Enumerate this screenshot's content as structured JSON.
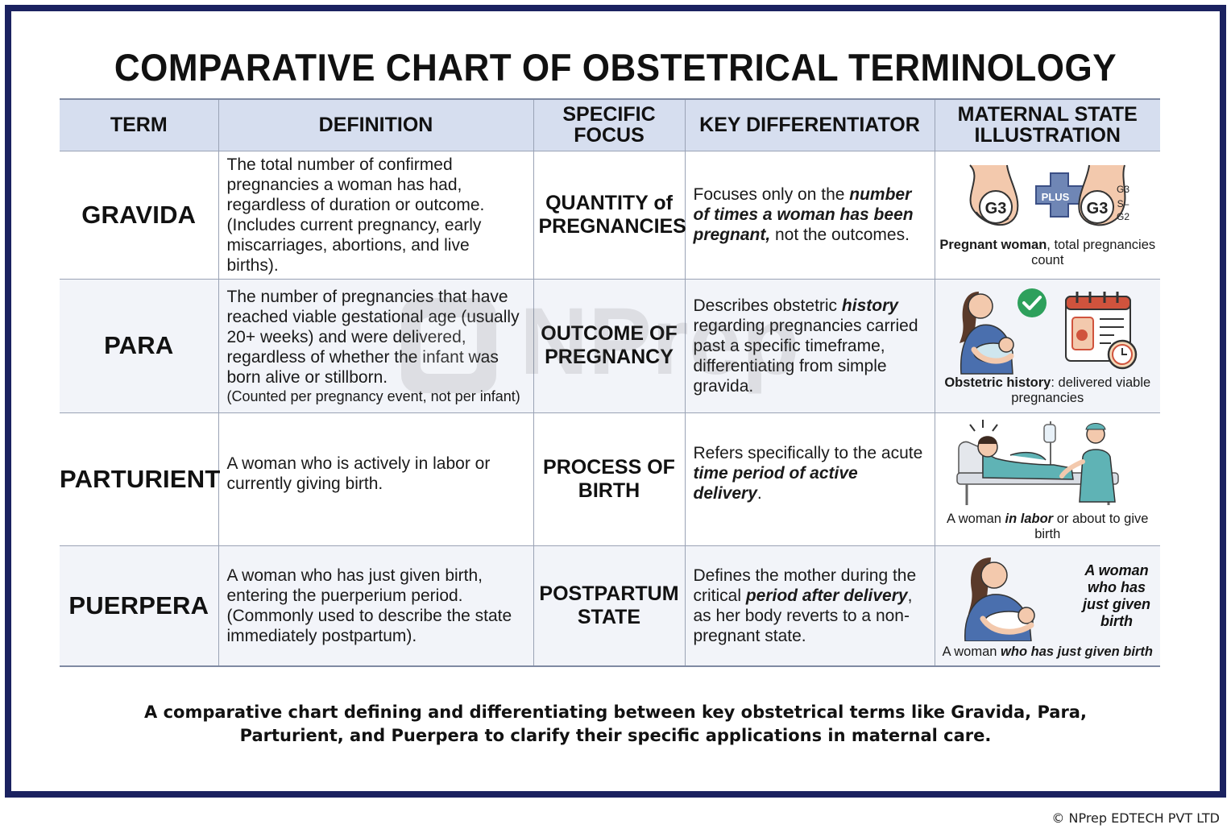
{
  "title": "COMPARATIVE CHART OF OBSTETRICAL TERMINOLOGY",
  "headers": {
    "term": "TERM",
    "definition": "DEFINITION",
    "focus_line1": "SPECIFIC",
    "focus_line2": "FOCUS",
    "differentiator": "KEY DIFFERENTIATOR",
    "illus_line1": "MATERNAL STATE",
    "illus_line2": "ILLUSTRATION"
  },
  "rows": [
    {
      "term": "GRAVIDA",
      "definition": "The total number of confirmed pregnancies a woman has had, regardless of duration or outcome.",
      "definition_note": "(Includes current pregnancy, early miscarriages, abortions, and live births).",
      "focus_line1": "QUANTITY of",
      "focus_line2": "PREGNANCIES",
      "diff_a": "Focuses only on the ",
      "diff_b": "number of times a woman has been pregnant,",
      "diff_c": " not the outcomes.",
      "illus": {
        "g3_left": "G3",
        "plus": "PLUS",
        "g3_right": "G3",
        "side_top": "G3",
        "side_mid": "S–",
        "side_bot": "G2"
      },
      "caption_bold": "Pregnant woman",
      "caption_rest": ", total pregnancies count"
    },
    {
      "term": "PARA",
      "definition": "The number of pregnancies that have reached viable gestational age (usually 20+ weeks) and were delivered, regardless of whether the infant was born alive or stillborn.",
      "definition_note": "(Counted per pregnancy event, not per infant)",
      "focus_line1": "OUTCOME OF",
      "focus_line2": "PREGNANCY",
      "diff_a": "Describes obstetric ",
      "diff_b": "history",
      "diff_c": " regarding pregnancies carried past a specific timeframe, differentiating from simple gravida.",
      "caption_bold": "Obstetric history",
      "caption_rest": ": delivered viable pregnancies"
    },
    {
      "term": "PARTURIENT",
      "definition": "A woman who is actively in labor or currently giving birth.",
      "focus_line1": "PROCESS OF",
      "focus_line2": "BIRTH",
      "diff_a": "Refers specifically to the acute ",
      "diff_b": "time period of active delivery",
      "diff_c": ".",
      "caption_pre": "A woman ",
      "caption_bold": "in labor",
      "caption_rest": " or about to give birth"
    },
    {
      "term": "PUERPERA",
      "definition": "A woman who has just given birth, entering the puerperium period. (Commonly used to describe the state immediately postpartum).",
      "focus_line1": "POSTPARTUM",
      "focus_line2": "STATE",
      "diff_a": "Defines the mother during the critical ",
      "diff_b": "period after delivery",
      "diff_c": ", as her body reverts to a non-pregnant state.",
      "side_label": "A woman who has just given birth",
      "caption_pre": "A woman ",
      "caption_bold": "who has just given birth",
      "caption_rest": ""
    }
  ],
  "watermark": "NPrep",
  "caption": "A comparative chart defining and differentiating between key obstetrical terms like Gravida, Para, Parturient, and Puerpera to clarify their specific applications in maternal care.",
  "copyright": "© NPrep EDTECH PVT LTD",
  "colors": {
    "frame": "#1b2260",
    "header_bg": "#d6deef",
    "alt_row": "#f2f4f9",
    "skin": "#f3c9ad",
    "teal": "#5fb3b5",
    "check": "#2ea05c",
    "red": "#d0533d"
  }
}
